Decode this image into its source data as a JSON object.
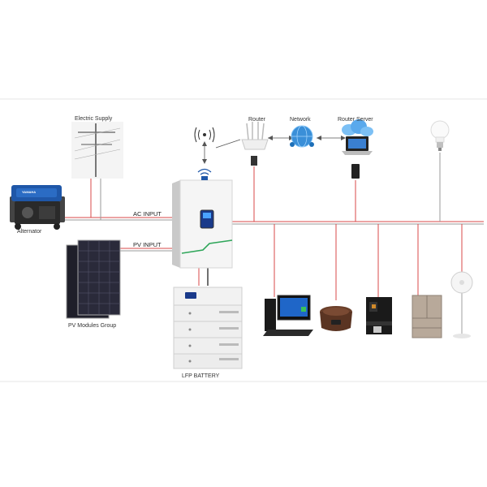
{
  "labels": {
    "electric_supply": "Electric Supply",
    "router": "Router",
    "network": "Network",
    "router_server": "Router Server",
    "alternator": "Alternator",
    "generator_brand": "YAMAHA",
    "ac_input": "AC INPUT",
    "pv_input": "PV INPUT",
    "pv_modules_group": "PV Modules Group",
    "lfp_battery": "LFP BATTERY"
  },
  "colors": {
    "wire_red": "#d94a4a",
    "wire_gray": "#9a9a9a",
    "generator_blue": "#1f57a8",
    "inverter_accent": "#2fa65a",
    "screen_blue": "#1a3a8a"
  },
  "icons": [
    "utility-pole-icon",
    "antenna-icon",
    "wifi-icon",
    "router-icon",
    "network-globe-icon",
    "server-laptop-icon",
    "light-bulb-icon",
    "generator-icon",
    "inverter-icon",
    "solar-panel-icon",
    "battery-stack-icon",
    "computer-icon",
    "rice-cooker-icon",
    "coffee-machine-icon",
    "refrigerator-icon",
    "fan-icon"
  ]
}
